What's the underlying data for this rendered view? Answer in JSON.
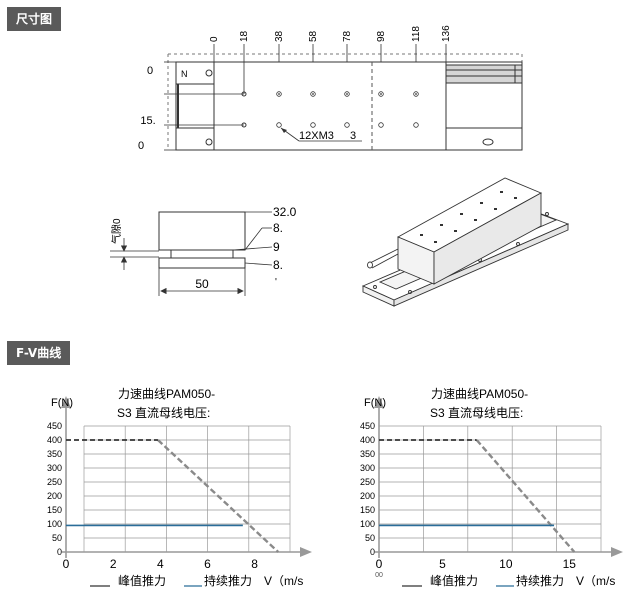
{
  "sections": {
    "dimension_title": "尺寸图",
    "fv_title": "F-V曲线"
  },
  "top_view": {
    "ruler_ticks": [
      "0",
      "18",
      "38",
      "58",
      "78",
      "98",
      "118",
      "136"
    ],
    "left_labels": [
      "0",
      "15.",
      "0"
    ],
    "n_label": "N",
    "hole_callout": "12XM3",
    "hole_callout_suffix": "3"
  },
  "side_view": {
    "gap_label": "气隙0",
    "dims_right": [
      "32.0",
      "8.",
      "9",
      "8.",
      "'"
    ],
    "width_label": "50"
  },
  "charts": [
    {
      "title_line1": "力速曲线PAM050-",
      "title_line2": "S3 直流母线电压:",
      "y_axis_label": "F(N)",
      "x_axis_label": "V（m/s",
      "legend_peak": "峰值推力",
      "legend_cont": "持续推力",
      "x_ticks": [
        "0",
        "2",
        "4",
        "6",
        "8"
      ],
      "y_ticks": [
        "450",
        "400",
        "350",
        "300",
        "250",
        "200",
        "150",
        "100",
        "50",
        "0"
      ],
      "origin_extra": ""
    },
    {
      "title_line1": "力速曲线PAM050-",
      "title_line2": "S3 直流母线电压:",
      "y_axis_label": "F(N)",
      "x_axis_label": "V（m/s",
      "legend_peak": "峰值推力",
      "legend_cont": "持续推力",
      "x_ticks": [
        "0",
        "5",
        "10",
        "15"
      ],
      "y_ticks": [
        "450",
        "400",
        "350",
        "300",
        "250",
        "200",
        "150",
        "100",
        "50",
        "0"
      ],
      "origin_extra": "00"
    }
  ],
  "chart_data": [
    {
      "type": "line",
      "xlim": [
        0,
        9.5
      ],
      "ylim": [
        0,
        450
      ],
      "grid": true,
      "series": [
        {
          "name": "峰值推力",
          "style": "dashed",
          "color": "#333333",
          "x": [
            0,
            3.9,
            9.0
          ],
          "y": [
            400,
            400,
            0
          ]
        },
        {
          "name": "持续推力",
          "style": "solid",
          "color": "#2a6d99",
          "x": [
            0,
            7.5
          ],
          "y": [
            95,
            95
          ]
        }
      ],
      "extension": {
        "color": "#8a8a8a",
        "x": [
          3.9,
          9.0
        ],
        "y": [
          400,
          0
        ]
      }
    },
    {
      "type": "line",
      "xlim": [
        0,
        17.5
      ],
      "ylim": [
        0,
        450
      ],
      "grid": true,
      "series": [
        {
          "name": "峰值推力",
          "style": "dashed",
          "color": "#333333",
          "x": [
            0,
            7.7,
            15.4
          ],
          "y": [
            400,
            400,
            0
          ]
        },
        {
          "name": "持续推力",
          "style": "solid",
          "color": "#2a6d99",
          "x": [
            0,
            13.8
          ],
          "y": [
            95,
            95
          ]
        }
      ],
      "extension": {
        "color": "#8a8a8a",
        "x": [
          7.7,
          15.4
        ],
        "y": [
          400,
          0
        ]
      }
    }
  ],
  "colors": {
    "tag_bg": "#5a5a5a",
    "grid": "#9a9a9a",
    "peak": "#333333",
    "cont": "#2a6d99",
    "arrow": "#999999"
  }
}
